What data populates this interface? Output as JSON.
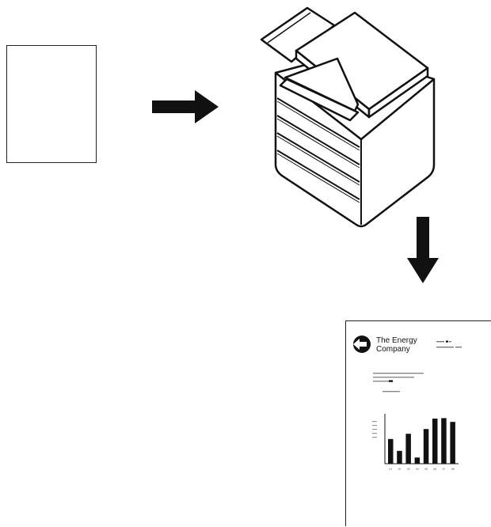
{
  "output_document": {
    "company_name_line1": "The Energy",
    "company_name_line2": "Company",
    "chart_data": {
      "type": "bar",
      "categories": [
        "01",
        "02",
        "03",
        "04",
        "05",
        "06",
        "07",
        "08"
      ],
      "values": [
        52,
        27,
        63,
        13,
        73,
        95,
        96,
        88
      ],
      "ylim": [
        0,
        100
      ],
      "grid": false
    }
  }
}
